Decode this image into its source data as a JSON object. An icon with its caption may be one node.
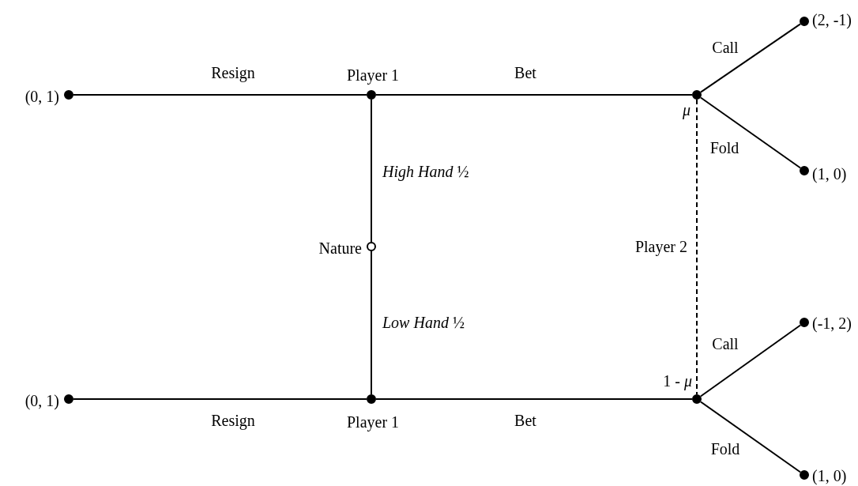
{
  "diagram": {
    "nodes": [
      {
        "text": [
          "Nature"
        ]
      },
      {
        "text": [
          "Player 1"
        ]
      },
      {
        "text": [
          "(0, 1)"
        ]
      },
      {
        "text": [
          "μ"
        ]
      },
      {
        "text": [
          "(2, -1)"
        ]
      },
      {
        "text": [
          "(1, 0)"
        ]
      },
      {
        "text": [
          "Player 1"
        ]
      },
      {
        "text": [
          "(0, 1)"
        ]
      },
      {
        "text": [
          "1 - *μ*"
        ]
      },
      {
        "text": [
          "(-1, 2)"
        ]
      },
      {
        "text": [
          "(1, 0)"
        ]
      }
    ],
    "edges": [
      {
        "from": 0,
        "to": 1,
        "arrow": "none",
        "label": "*High Hand*  ½"
      },
      {
        "from": 1,
        "to": 2,
        "arrow": "none",
        "label": "Resign"
      },
      {
        "from": 1,
        "to": 3,
        "arrow": "none",
        "label": "Bet"
      },
      {
        "from": 3,
        "to": 4,
        "arrow": "none",
        "label": "Call"
      },
      {
        "from": 3,
        "to": 5,
        "arrow": "none",
        "label": "Fold"
      },
      {
        "from": 0,
        "to": 6,
        "arrow": "none",
        "label": "*Low Hand*  ½"
      },
      {
        "from": 6,
        "to": 7,
        "arrow": "none",
        "label": "Resign"
      },
      {
        "from": 6,
        "to": 8,
        "arrow": "none",
        "label": "Bet"
      },
      {
        "from": 8,
        "to": 9,
        "arrow": "none",
        "label": "Call"
      },
      {
        "from": 8,
        "to": 10,
        "arrow": "none",
        "label": "Fold"
      },
      {
        "from": 3,
        "to": 8,
        "arrow": "none",
        "style": "dashed",
        "label": "Player 2"
      }
    ]
  }
}
